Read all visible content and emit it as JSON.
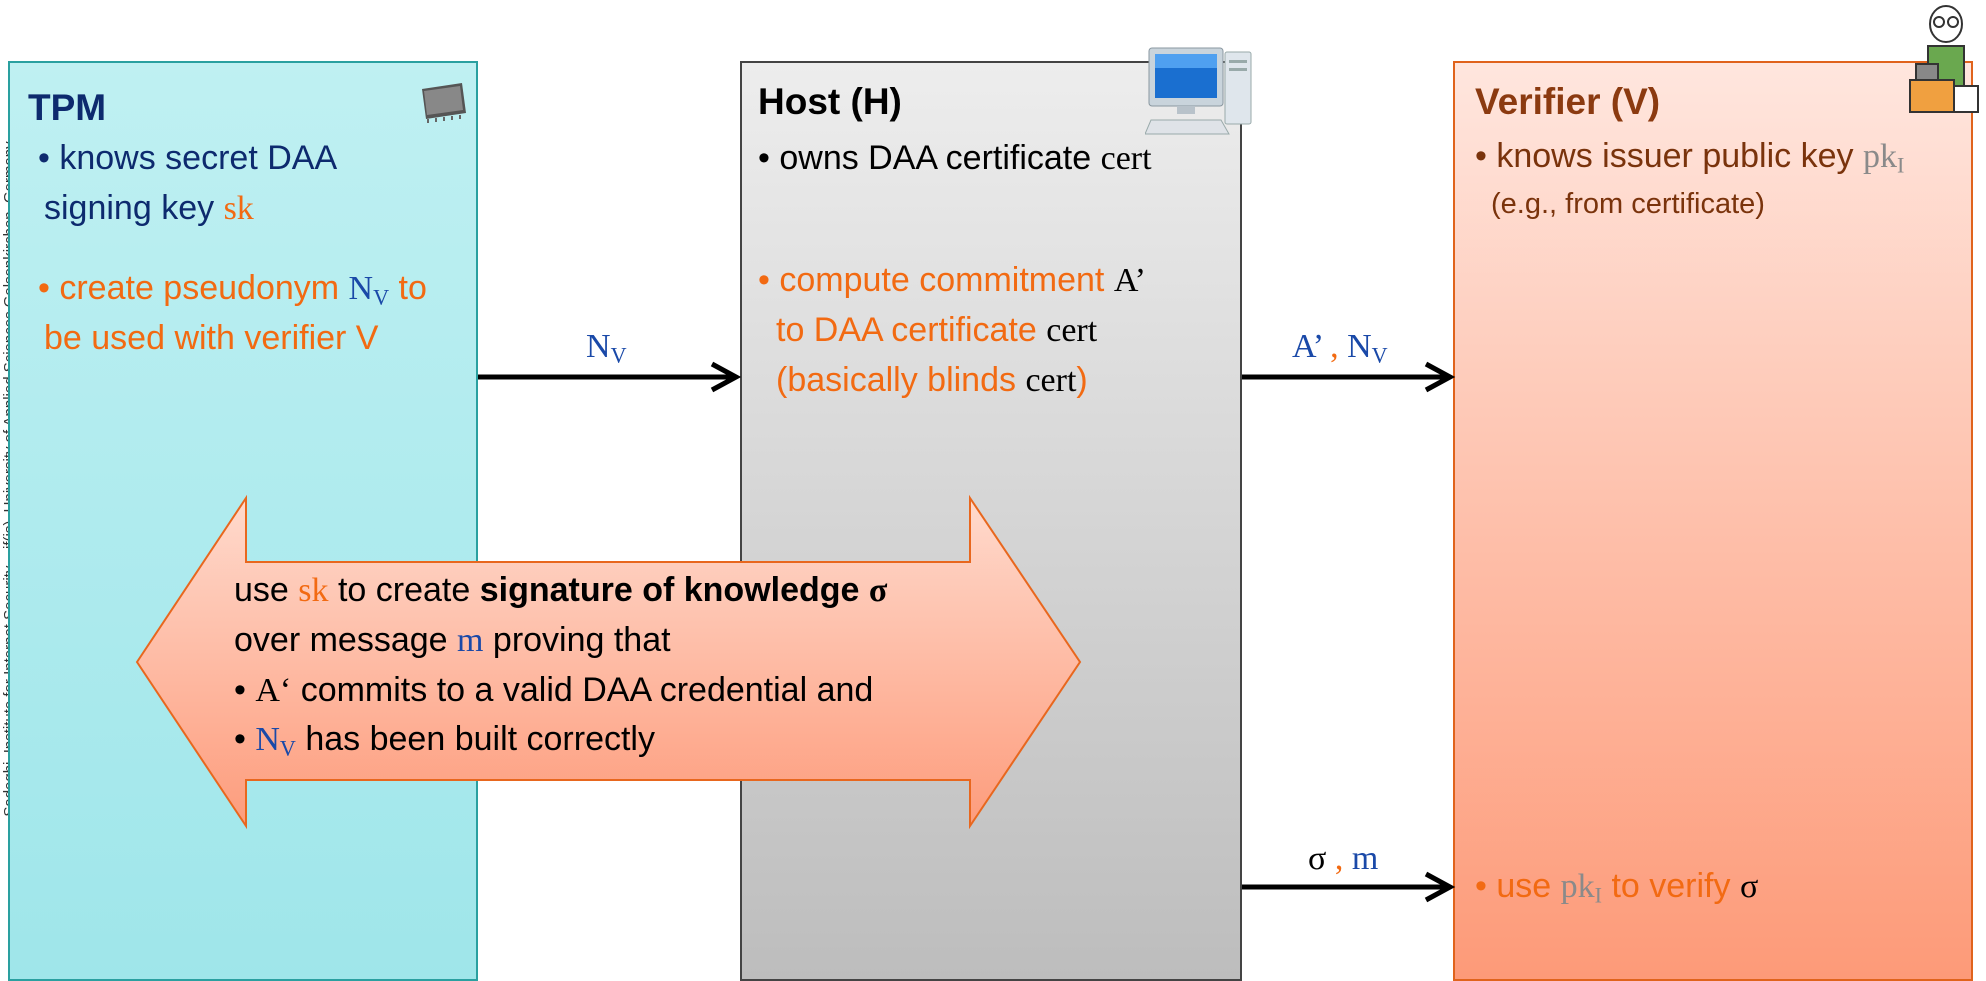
{
  "sidebar": {
    "credit": "Sadeghi, Institute for Internet Security – if(is), University of Applied Sciences Gelsenkirchen, Germany"
  },
  "tpm": {
    "title": "TPM",
    "b1_bullet": "•",
    "b1_line1": "knows secret DAA",
    "b1_line2_text": "signing key",
    "b1_line2_var": "sk",
    "b2_bullet": "•",
    "b2_text1": "create pseudonym",
    "b2_var": "N",
    "b2_var_sub": "V",
    "b2_text2": "to",
    "b2_line2": "be used with verifier V"
  },
  "host": {
    "title": "Host (H)",
    "b1_bullet": "•",
    "b1_text": "owns DAA certificate",
    "b1_var": "cert",
    "b2_bullet": "•",
    "b2_text1": "compute commitment",
    "b2_var": "A’",
    "b2_line2_text": "to DAA certificate",
    "b2_line2_var": "cert",
    "b2_line3_text": "(basically blinds",
    "b2_line3_var": "cert",
    "b2_line3_end": ")"
  },
  "verifier": {
    "title": "Verifier (V)",
    "b1_bullet": "•",
    "b1_text": "knows issuer public key",
    "b1_var": "pk",
    "b1_var_sub": "I",
    "b1_line2": "(e.g., from certificate)",
    "b2_bullet": "•",
    "b2_text1": "use",
    "b2_var": "pk",
    "b2_var_sub": "I",
    "b2_text2": "to verify",
    "b2_sigma": "σ"
  },
  "arrows": {
    "a1_var": "N",
    "a1_sub": "V",
    "a2_var1": "A’",
    "a2_sep": ",",
    "a2_var2": "N",
    "a2_sub": "V",
    "a3_var1": "σ",
    "a3_sep": ",",
    "a3_var2": "m"
  },
  "center": {
    "l1_use": "use",
    "l1_sk": "sk",
    "l1_text": "to create",
    "l1_bold": "signature of knowledge",
    "l1_sigma": "σ",
    "l2_text1": "over message",
    "l2_m": "m",
    "l2_text2": "proving that",
    "l3_bullet": "•",
    "l3_var": "A‘",
    "l3_text": "commits to a valid DAA  credential and",
    "l4_bullet": "•",
    "l4_var": "N",
    "l4_sub": "V",
    "l4_text": "has been built correctly"
  },
  "colors": {
    "tpm_fill": "#a8e8ec",
    "host_fill": "#d6d6d6",
    "verifier_fill": "#fdb39a",
    "accent_orange": "#f26a12",
    "navy": "#0d2a6e"
  },
  "icons": {
    "tpm": "chip-icon",
    "host": "computer-icon",
    "verifier": "inspector-icon"
  }
}
